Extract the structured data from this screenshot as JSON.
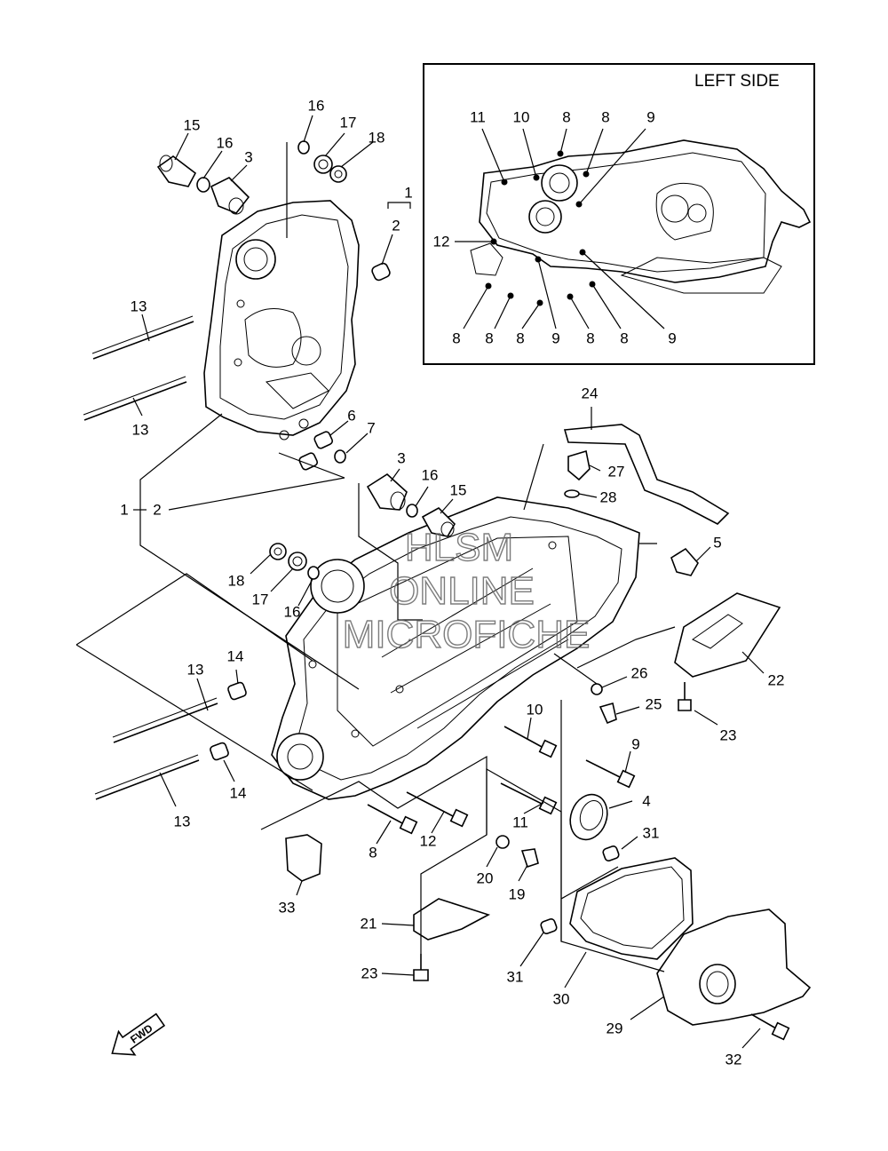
{
  "inset": {
    "title": "LEFT SIDE"
  },
  "watermark": {
    "line1": "HLSM",
    "line2": "ONLINE",
    "line3": "MICROFICHE"
  },
  "fwd_label": "FWD",
  "callouts": [
    {
      "id": "c15a",
      "text": "15"
    },
    {
      "id": "c16a",
      "text": "16"
    },
    {
      "id": "c3a",
      "text": "3"
    },
    {
      "id": "c16b",
      "text": "16"
    },
    {
      "id": "c17a",
      "text": "17"
    },
    {
      "id": "c18a",
      "text": "18"
    },
    {
      "id": "c1a",
      "text": "1"
    },
    {
      "id": "c2a",
      "text": "2"
    },
    {
      "id": "c13a",
      "text": "13"
    },
    {
      "id": "c13b",
      "text": "13"
    },
    {
      "id": "c6",
      "text": "6"
    },
    {
      "id": "c7",
      "text": "7"
    },
    {
      "id": "c1b",
      "text": "1"
    },
    {
      "id": "c2b",
      "text": "2"
    },
    {
      "id": "c3b",
      "text": "3"
    },
    {
      "id": "c16c",
      "text": "16"
    },
    {
      "id": "c15b",
      "text": "15"
    },
    {
      "id": "c24",
      "text": "24"
    },
    {
      "id": "c27",
      "text": "27"
    },
    {
      "id": "c28",
      "text": "28"
    },
    {
      "id": "c5",
      "text": "5"
    },
    {
      "id": "c18b",
      "text": "18"
    },
    {
      "id": "c17b",
      "text": "17"
    },
    {
      "id": "c16d",
      "text": "16"
    },
    {
      "id": "c22",
      "text": "22"
    },
    {
      "id": "c26",
      "text": "26"
    },
    {
      "id": "c25",
      "text": "25"
    },
    {
      "id": "c23a",
      "text": "23"
    },
    {
      "id": "c14a",
      "text": "14"
    },
    {
      "id": "c13c",
      "text": "13"
    },
    {
      "id": "c10",
      "text": "10"
    },
    {
      "id": "c9",
      "text": "9"
    },
    {
      "id": "c4",
      "text": "4"
    },
    {
      "id": "c11",
      "text": "11"
    },
    {
      "id": "c14b",
      "text": "14"
    },
    {
      "id": "c13d",
      "text": "13"
    },
    {
      "id": "c8",
      "text": "8"
    },
    {
      "id": "c12",
      "text": "12"
    },
    {
      "id": "c31a",
      "text": "31"
    },
    {
      "id": "c20",
      "text": "20"
    },
    {
      "id": "c19",
      "text": "19"
    },
    {
      "id": "c33",
      "text": "33"
    },
    {
      "id": "c21",
      "text": "21"
    },
    {
      "id": "c23b",
      "text": "23"
    },
    {
      "id": "c31b",
      "text": "31"
    },
    {
      "id": "c30",
      "text": "30"
    },
    {
      "id": "c29",
      "text": "29"
    },
    {
      "id": "c32",
      "text": "32"
    }
  ],
  "inset_callouts": [
    {
      "id": "i11",
      "text": "11"
    },
    {
      "id": "i10",
      "text": "10"
    },
    {
      "id": "i8a",
      "text": "8"
    },
    {
      "id": "i8b",
      "text": "8"
    },
    {
      "id": "i9a",
      "text": "9"
    },
    {
      "id": "i12",
      "text": "12"
    },
    {
      "id": "i8c",
      "text": "8"
    },
    {
      "id": "i8d",
      "text": "8"
    },
    {
      "id": "i8e",
      "text": "8"
    },
    {
      "id": "i9b",
      "text": "9"
    },
    {
      "id": "i8f",
      "text": "8"
    },
    {
      "id": "i8g",
      "text": "8"
    },
    {
      "id": "i9c",
      "text": "9"
    }
  ]
}
